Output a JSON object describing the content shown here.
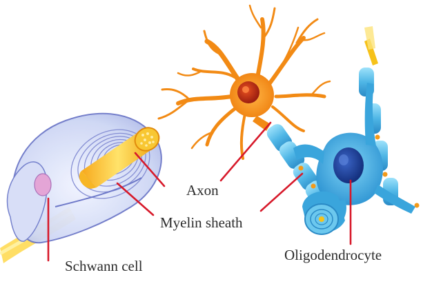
{
  "labels": {
    "axon": "Axon",
    "myelin_sheath": "Myelin sheath",
    "schwann_cell": "Schwann cell",
    "oligodendrocyte": "Oligodendrocyte"
  },
  "colors": {
    "neuron_orange": "#f28a14",
    "neuron_nucleus": "#c0301a",
    "axon_core": "#f6c21a",
    "schwann_fill": "#cfd8f4",
    "schwann_outline": "#6d78c8",
    "oligo_blue": "#3aa5dc",
    "oligo_nucleus": "#1e3f9a",
    "leader_red": "#d7192a"
  }
}
